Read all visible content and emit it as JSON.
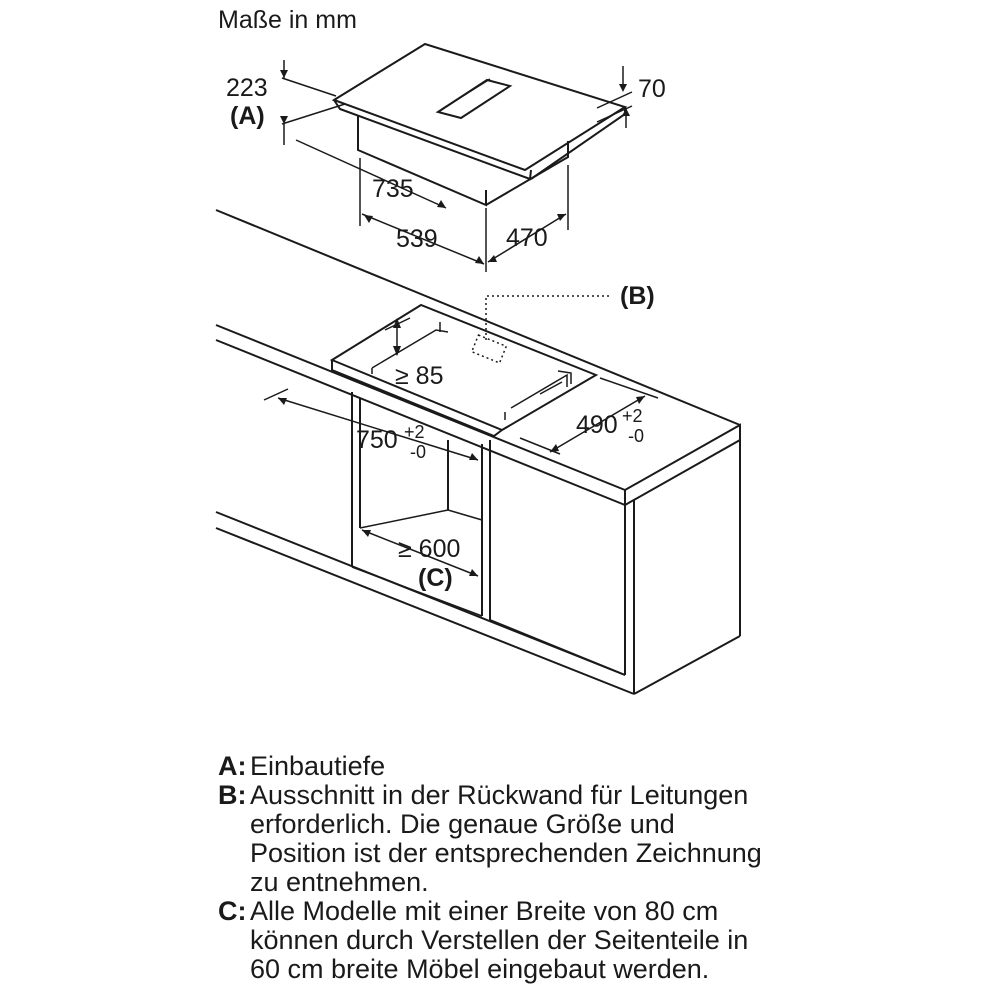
{
  "diagram": {
    "units_label": "Maße in mm",
    "labels": {
      "depth_top": "223",
      "label_a": "(A)",
      "height": "70",
      "width_top": "735",
      "width_bottom": "539",
      "depth_bottom": "470",
      "label_b": "(B)",
      "cutout_height": "≥ 85",
      "cutout_width_value": "750",
      "cutout_width_tol_plus": "+2",
      "cutout_width_tol_minus": "-0",
      "cutout_depth_value": "490",
      "cutout_depth_tol_plus": "+2",
      "cutout_depth_tol_minus": "-0",
      "cabinet_width": "≥ 600",
      "label_c": "(C)"
    }
  },
  "legend": [
    {
      "key": "A",
      "lines": [
        "Einbautiefe"
      ]
    },
    {
      "key": "B",
      "lines": [
        "Ausschnitt in der Rückwand für Leitungen",
        "erforderlich. Die genaue Größe und",
        "Position ist der entsprechenden Zeichnung",
        "zu entnehmen."
      ]
    },
    {
      "key": "C",
      "lines": [
        "Alle Modelle mit einer Breite von 80 cm",
        "können durch Verstellen der Seitenteile in",
        "60 cm breite Möbel eingebaut werden."
      ]
    }
  ]
}
